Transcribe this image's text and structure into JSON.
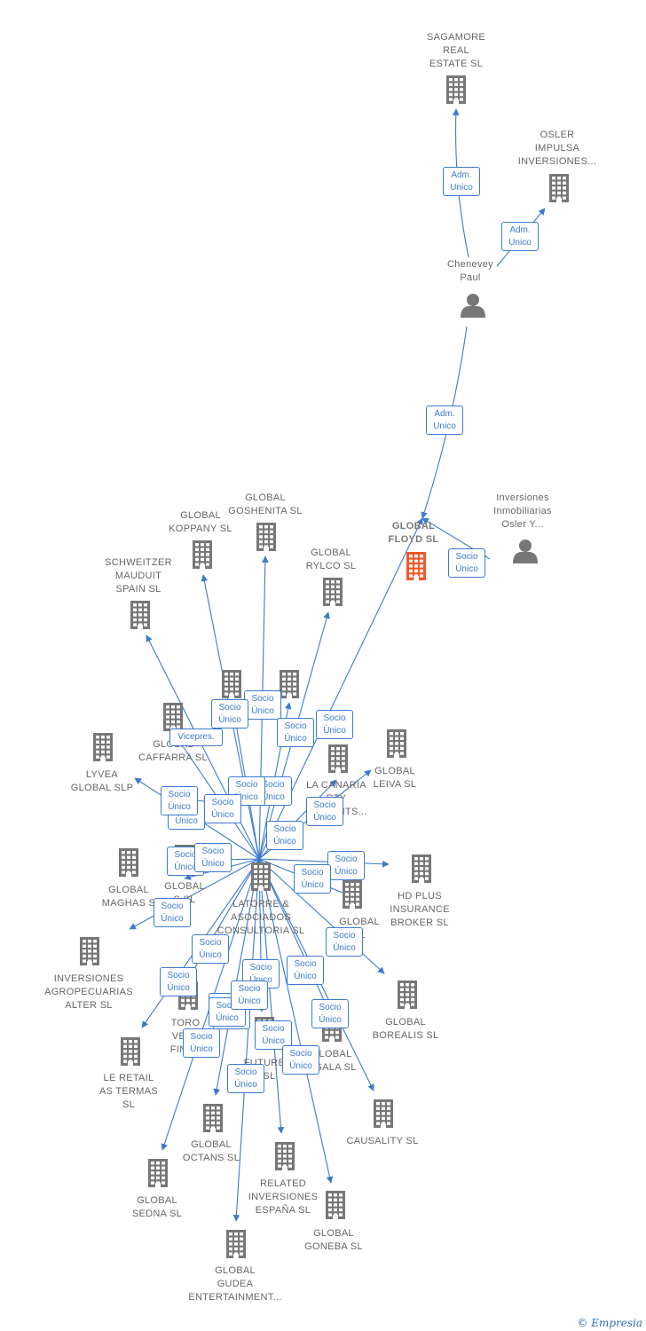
{
  "colors": {
    "edge": "#3b7ad0",
    "node": "#777777",
    "main_node": "#f05a28",
    "badge_border": "#3b7ad0",
    "label": "#666666"
  },
  "nodes": [
    {
      "id": "sagamore",
      "kind": "company",
      "label": [
        "SAGAMORE",
        "REAL",
        "ESTATE SL"
      ]
    },
    {
      "id": "osler_impulsa",
      "kind": "company",
      "label": [
        "OSLER",
        "IMPULSA",
        "INVERSIONES..."
      ]
    },
    {
      "id": "chenevey",
      "kind": "person",
      "label": [
        "Chenevey",
        "Paul"
      ]
    },
    {
      "id": "global_floyd",
      "kind": "company",
      "main": true,
      "label": [
        "GLOBAL",
        "FLOYD  SL"
      ]
    },
    {
      "id": "inversiones_osler",
      "kind": "person",
      "label": [
        "Inversiones",
        "Inmobiliarias",
        "Osler Y..."
      ]
    },
    {
      "id": "goshenita",
      "kind": "company",
      "label": [
        "GLOBAL",
        "GOSHENITA SL"
      ]
    },
    {
      "id": "koppany",
      "kind": "company",
      "label": [
        "GLOBAL",
        "KOPPANY  SL"
      ]
    },
    {
      "id": "rylco",
      "kind": "company",
      "label": [
        "GLOBAL",
        "RYLCO  SL"
      ]
    },
    {
      "id": "schweitzer",
      "kind": "company",
      "label": [
        "SCHWEITZER",
        "MAUDUIT",
        "SPAIN SL"
      ]
    },
    {
      "id": "do_hidden",
      "kind": "company",
      "label": []
    },
    {
      "id": "global_hidden2",
      "kind": "company",
      "label": []
    },
    {
      "id": "caffarra",
      "kind": "company",
      "label": [
        "GLOBAL",
        "CAFFARRA  SL"
      ]
    },
    {
      "id": "leiva",
      "kind": "company",
      "label": [
        "GLOBAL",
        "LEIVA  SL"
      ]
    },
    {
      "id": "lyvea",
      "kind": "company",
      "label": [
        "LYVEA",
        "GLOBAL  SLP"
      ]
    },
    {
      "id": "la_canaria",
      "kind": "company",
      "label": [
        "LA CANARIA",
        "RTY",
        "DE        MENTS..."
      ]
    },
    {
      "id": "maghas",
      "kind": "company",
      "label": [
        "GLOBAL",
        "MAGHAS  S"
      ]
    },
    {
      "id": "global_sl_mid",
      "kind": "company",
      "label": [
        "GLOBAL",
        "S      SL"
      ]
    },
    {
      "id": "latorre",
      "kind": "company",
      "label": [
        "LATORRE &",
        "ASOCIADOS",
        "CONSULTORIA SL"
      ]
    },
    {
      "id": "hd_plus",
      "kind": "company",
      "label": [
        "HD PLUS",
        "INSURANCE",
        "BROKER  SL"
      ]
    },
    {
      "id": "global_right",
      "kind": "company",
      "label": [
        "GLOBAL",
        "SL"
      ]
    },
    {
      "id": "agropecuarias",
      "kind": "company",
      "label": [
        "INVERSIONES",
        "AGROPECUARIAS",
        "ALTER  SL"
      ]
    },
    {
      "id": "toro",
      "kind": "company",
      "label": [
        "TORO",
        "VENT",
        "FINAN"
      ]
    },
    {
      "id": "borealis",
      "kind": "company",
      "label": [
        "GLOBAL",
        "BOREALIS  SL"
      ]
    },
    {
      "id": "le_retail",
      "kind": "company",
      "label": [
        "LE RETAIL",
        "AS TERMAS",
        "SL"
      ]
    },
    {
      "id": "future",
      "kind": "company",
      "label": [
        "FUTURE",
        "E  SL"
      ]
    },
    {
      "id": "global_gala",
      "kind": "company",
      "label": [
        "LOBAL",
        "GALA  SL"
      ]
    },
    {
      "id": "causality",
      "kind": "company",
      "label": [
        "CAUSALITY  SL"
      ]
    },
    {
      "id": "octans",
      "kind": "company",
      "label": [
        "GLOBAL",
        "OCTANS  SL"
      ]
    },
    {
      "id": "related",
      "kind": "company",
      "label": [
        "RELATED",
        "INVERSIONES",
        "ESPAÑA  SL"
      ]
    },
    {
      "id": "sedna",
      "kind": "company",
      "label": [
        "GLOBAL",
        "SEDNA  SL"
      ]
    },
    {
      "id": "goneba",
      "kind": "company",
      "label": [
        "GLOBAL",
        "GONEBA  SL"
      ]
    },
    {
      "id": "gudea",
      "kind": "company",
      "label": [
        "GLOBAL",
        "GUDEA",
        "ENTERTAINMENT..."
      ]
    }
  ],
  "badges": [
    {
      "id": "b1",
      "text": [
        "Adm.",
        "Unico"
      ]
    },
    {
      "id": "b2",
      "text": [
        "Adm.",
        "Unico"
      ]
    },
    {
      "id": "b3",
      "text": [
        "Adm.",
        "Unico"
      ]
    },
    {
      "id": "b4",
      "text": [
        "Socio",
        "Único"
      ]
    },
    {
      "id": "b5",
      "text": [
        "Socio",
        "Único"
      ]
    },
    {
      "id": "b6",
      "text": [
        "Socio",
        "Único"
      ]
    },
    {
      "id": "b7",
      "text": [
        "Socio",
        "Único"
      ]
    },
    {
      "id": "b8",
      "text": [
        "Socio",
        "Único"
      ]
    },
    {
      "id": "b9",
      "text": [
        "Vicepres."
      ]
    },
    {
      "id": "b10",
      "text": [
        "Socio",
        "Único"
      ]
    },
    {
      "id": "b11",
      "text": [
        "Socio",
        "Único"
      ]
    },
    {
      "id": "b12",
      "text": [
        "Socio",
        "Único"
      ]
    },
    {
      "id": "b13",
      "text": [
        "Socio",
        "Único"
      ]
    },
    {
      "id": "b14",
      "text": [
        "Socio",
        "Único"
      ]
    },
    {
      "id": "b15",
      "text": [
        "Socio",
        "Único"
      ]
    },
    {
      "id": "b16",
      "text": [
        "Socio",
        "Único"
      ]
    },
    {
      "id": "b17",
      "text": [
        "Socio",
        "Único"
      ]
    },
    {
      "id": "b18",
      "text": [
        "Socio",
        "Único"
      ]
    },
    {
      "id": "b19",
      "text": [
        "Socio",
        "Único"
      ]
    },
    {
      "id": "b20",
      "text": [
        "Socio",
        "Único"
      ]
    },
    {
      "id": "b21",
      "text": [
        "Socio",
        "Único"
      ]
    },
    {
      "id": "b22",
      "text": [
        "Socio",
        "Único"
      ]
    },
    {
      "id": "b23",
      "text": [
        "Socio",
        "Único"
      ]
    },
    {
      "id": "b24",
      "text": [
        "Socio",
        "Único"
      ]
    },
    {
      "id": "b25",
      "text": [
        "Socio",
        "Único"
      ]
    },
    {
      "id": "b26",
      "text": [
        "Socio",
        "Único"
      ]
    },
    {
      "id": "b27",
      "text": [
        "Socio",
        "Único"
      ]
    },
    {
      "id": "b28",
      "text": [
        "Socio",
        "Único"
      ]
    },
    {
      "id": "b29",
      "text": [
        "Socio",
        "Único"
      ]
    },
    {
      "id": "b30",
      "text": [
        "Socio",
        "Único"
      ]
    },
    {
      "id": "b31",
      "text": [
        "Socio",
        "Único"
      ]
    },
    {
      "id": "b32",
      "text": [
        "Socio",
        "Único"
      ]
    },
    {
      "id": "b33",
      "text": [
        "Socio",
        "Único"
      ]
    },
    {
      "id": "b34",
      "text": [
        "Socio",
        "Único"
      ]
    },
    {
      "id": "b35",
      "text": [
        "Socio",
        "Único"
      ]
    }
  ],
  "edges": [
    {
      "from": "chenevey",
      "to": "sagamore"
    },
    {
      "from": "chenevey",
      "to": "osler_impulsa"
    },
    {
      "from": "chenevey",
      "to": "global_floyd"
    },
    {
      "from": "inversiones_osler",
      "to": "global_floyd"
    },
    {
      "from": "latorre",
      "to": "global_floyd"
    },
    {
      "from": "latorre",
      "to": "goshenita"
    },
    {
      "from": "latorre",
      "to": "koppany"
    },
    {
      "from": "latorre",
      "to": "rylco"
    },
    {
      "from": "latorre",
      "to": "schweitzer"
    },
    {
      "from": "latorre",
      "to": "do_hidden"
    },
    {
      "from": "latorre",
      "to": "global_hidden2"
    },
    {
      "from": "latorre",
      "to": "caffarra"
    },
    {
      "from": "latorre",
      "to": "leiva"
    },
    {
      "from": "latorre",
      "to": "lyvea"
    },
    {
      "from": "latorre",
      "to": "la_canaria"
    },
    {
      "from": "latorre",
      "to": "maghas"
    },
    {
      "from": "latorre",
      "to": "global_sl_mid"
    },
    {
      "from": "latorre",
      "to": "hd_plus"
    },
    {
      "from": "latorre",
      "to": "global_right"
    },
    {
      "from": "latorre",
      "to": "agropecuarias"
    },
    {
      "from": "latorre",
      "to": "toro"
    },
    {
      "from": "latorre",
      "to": "borealis"
    },
    {
      "from": "latorre",
      "to": "le_retail"
    },
    {
      "from": "latorre",
      "to": "future"
    },
    {
      "from": "latorre",
      "to": "global_gala"
    },
    {
      "from": "latorre",
      "to": "causality"
    },
    {
      "from": "latorre",
      "to": "octans"
    },
    {
      "from": "latorre",
      "to": "related"
    },
    {
      "from": "latorre",
      "to": "sedna"
    },
    {
      "from": "latorre",
      "to": "goneba"
    },
    {
      "from": "latorre",
      "to": "gudea"
    }
  ],
  "footer": {
    "symbol": "©",
    "brand": "Empresia"
  }
}
